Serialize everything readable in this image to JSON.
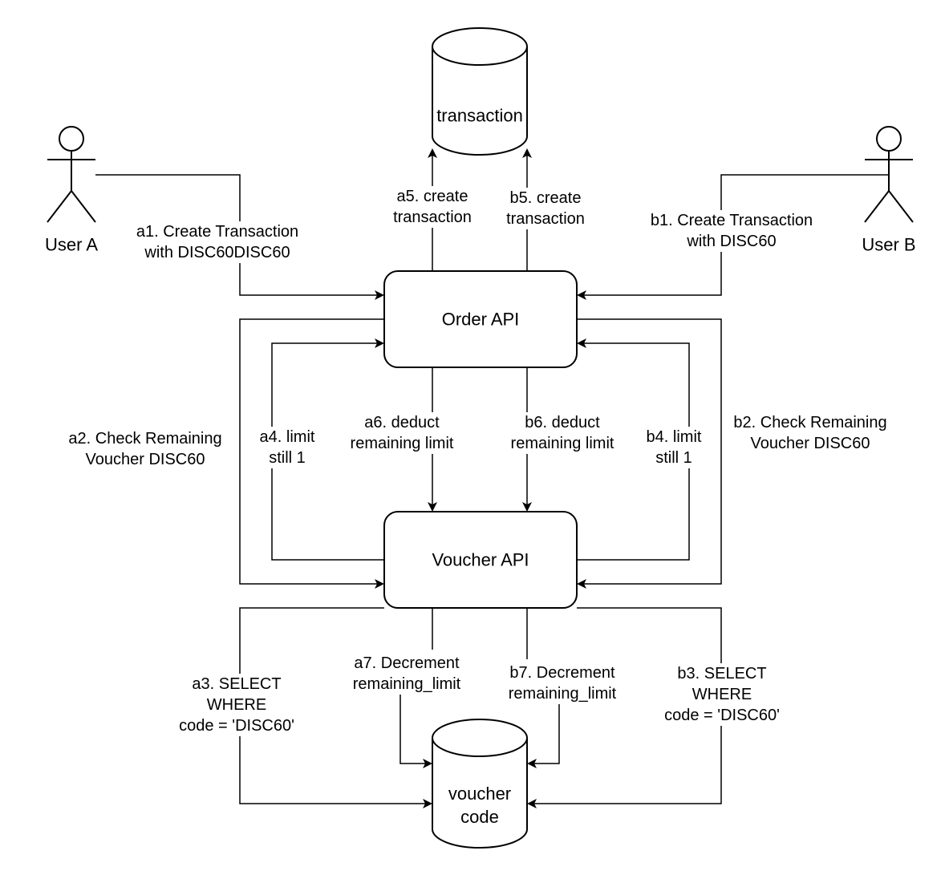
{
  "actors": {
    "user_a": "User A",
    "user_b": "User B"
  },
  "nodes": {
    "transaction_db": "transaction",
    "order_api": "Order API",
    "voucher_api": "Voucher API",
    "voucher_db": [
      "voucher",
      "code"
    ]
  },
  "edges": {
    "a1": [
      "a1. Create Transaction",
      "with DISC60DISC60"
    ],
    "b1": [
      "b1. Create Transaction",
      "with DISC60"
    ],
    "a5": [
      "a5. create",
      "transaction"
    ],
    "b5": [
      "b5. create",
      "transaction"
    ],
    "a2": [
      "a2. Check Remaining",
      "Voucher DISC60"
    ],
    "b2": [
      "b2. Check Remaining",
      "Voucher DISC60"
    ],
    "a4": [
      "a4. limit",
      "still 1"
    ],
    "b4": [
      "b4. limit",
      "still 1"
    ],
    "a6": [
      "a6. deduct",
      "remaining limit"
    ],
    "b6": [
      "b6. deduct",
      "remaining limit"
    ],
    "a3": [
      "a3. SELECT",
      "WHERE",
      "code = 'DISC60'"
    ],
    "b3": [
      "b3. SELECT",
      "WHERE",
      "code = 'DISC60'"
    ],
    "a7": [
      "a7. Decrement",
      "remaining_limit"
    ],
    "b7": [
      "b7. Decrement",
      "remaining_limit"
    ]
  }
}
